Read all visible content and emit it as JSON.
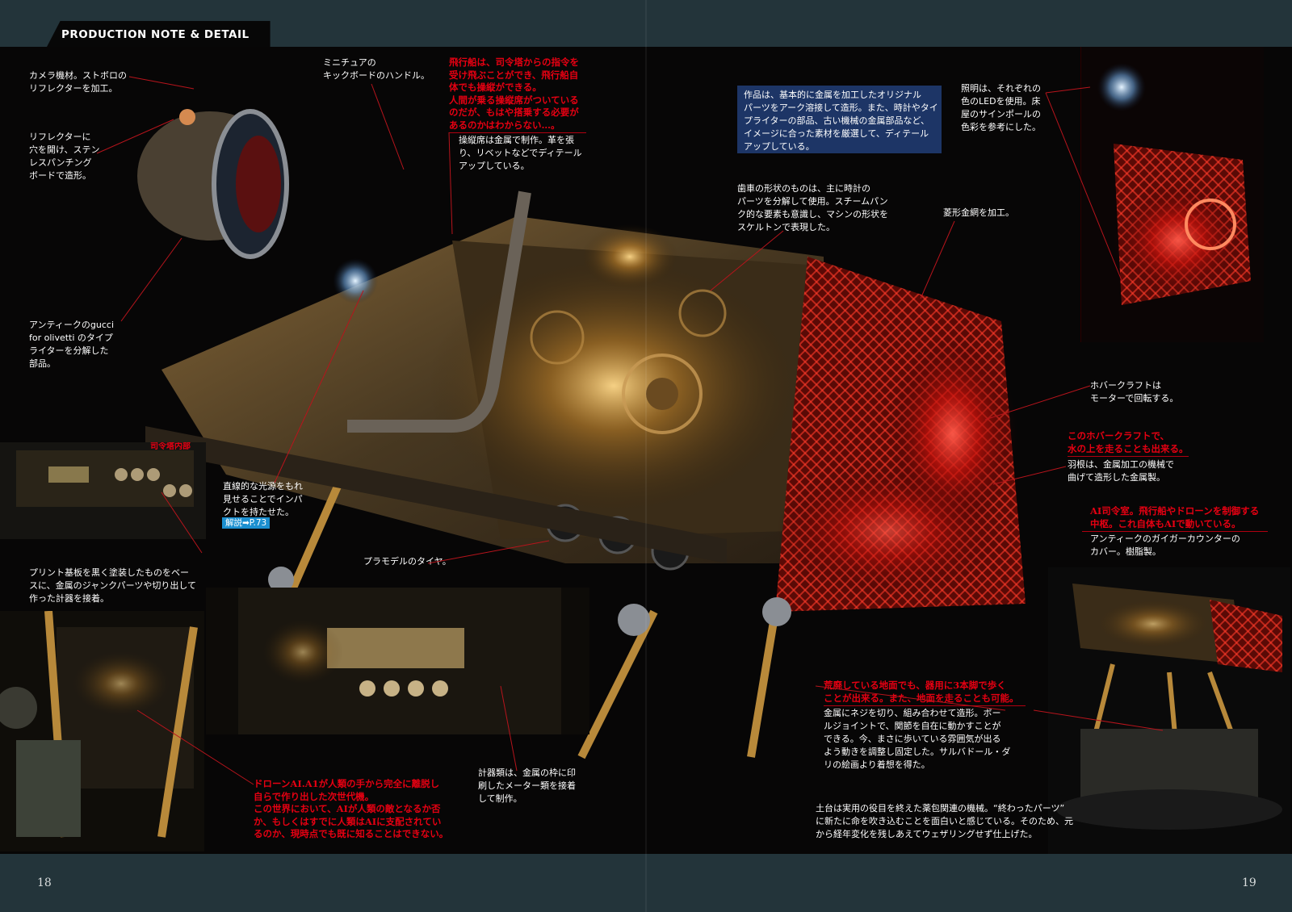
{
  "header": {
    "title": "PRODUCTION NOTE & DETAIL"
  },
  "pages": {
    "left": "18",
    "right": "19"
  },
  "captions": {
    "camera": "カメラ機材。ストボロの\nリフレクターを加工。",
    "reflector": "リフレクターに\n穴を開け、ステン\nレスパンチング\nボードで造形。",
    "antique_typewriter": "アンティークのgucci\nfor olivetti のタイプ\nライターを分解した\n部品。",
    "kickboard": "ミニチュアの\nキックボードのハンドル。",
    "airship_red": "飛行船は、司令塔からの指令を\n受け飛ぶことができ、飛行船自\n体でも操縦ができる。\n人間が乗る操縦席がついている\nのだが、もはや搭乗する必要が\nあるのかはわからない…。",
    "cockpit": "操縦席は金属で制作。革を張\nり、リベットなどでディテール\nアップしている。",
    "concept_box": "作品は、基本的に金属を加工したオリジナル\nパーツをアーク溶接して造形。また、時計やタイ\nプライターの部品、古い機械の金属部品など、\nイメージに合った素材を厳選して、ディテール\nアップしている。",
    "gears": "歯車の形状のものは、主に時計の\nパーツを分解して使用。スチームパン\nク的な要素も意識し、マシンの形状を\nスケルトンで表現した。",
    "mesh": "菱形金網を加工。",
    "lighting": "照明は、それぞれの\n色のLEDを使用。床\n屋のサインポールの\n色彩を参考にした。",
    "hovercraft": "ホバークラフトは\nモーターで回転する。",
    "water_red": "このホバークラフトで、\n水の上を走ることも出来る。",
    "blades": "羽根は、金属加工の機械で\n曲げて造形した金属製。",
    "ai_red": "AI司令室。飛行船やドローンを制御する\n中枢。これ自体もAIで動いている。",
    "geiger": "アンティークのガイガーカウンターの\nカバー。樹脂製。",
    "inset_label": "司令塔内部",
    "light_source": "直線的な光源をもれ\n見せることでインパ\nクトを持たせた。",
    "ref_chip": "解説➡P.73",
    "tires": "プラモデルのタイヤ。",
    "circuit": "プリント基板を黒く塗装したものをベー\nスに、金属のジャンクパーツや切り出して\n作った計器を接着。",
    "drone_red": "ドローンAI.A1が人類の手から完全に離脱し\n自らで作り出した次世代機。\nこの世界において、AIが人類の敵となるか否\nか、もしくはすでに人類はAIに支配されてい\nるのか、現時点でも既に知ることはできない。",
    "meters": "計器類は、金属の枠に印\n刷したメーター類を接着\nして制作。",
    "walking_red": "荒廃している地面でも、器用に3本脚で歩く\nことが出来る。また、地面を走ることも可能。",
    "joints": "金属にネジを切り、組み合わせて造形。ボー\nルジョイントで、関節を自在に動かすことが\nできる。今、まさに歩いている雰囲気が出る\nよう動きを調整し固定した。サルバドール・ダ\nリの絵画より着想を得た。",
    "base": "土台は実用の役目を終えた薬包関連の機械。“終わったパーツ”\nに新たに命を吹き込むことを面白いと感じている。そのため、元\nから経年変化を残しあえてウェザリングせず仕上げた。"
  },
  "colors": {
    "accent_red": "#e60012",
    "page_bg": "#23343a",
    "photo_bg": "#070606",
    "box_blue": "#1d3566",
    "chip_blue": "#1b8fd0"
  }
}
